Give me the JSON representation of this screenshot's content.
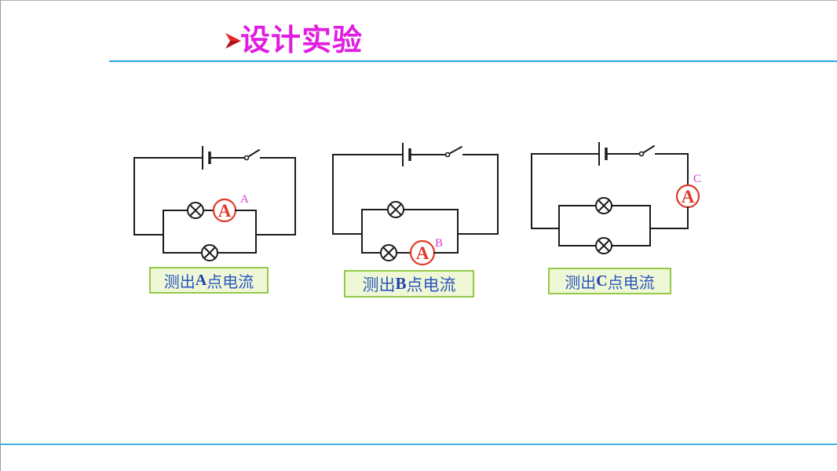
{
  "slide": {
    "bullet_icon": "arrowhead-bullet-icon",
    "title": "设计实验"
  },
  "ammeter_symbol": "A",
  "circuits": [
    {
      "point": "A",
      "caption": {
        "prefix": "测出",
        "point": "A",
        "suffix": "点电流"
      }
    },
    {
      "point": "B",
      "caption": {
        "prefix": "测出",
        "point": "B",
        "suffix": "点电流"
      }
    },
    {
      "point": "C",
      "caption": {
        "prefix": "测出",
        "point": "C",
        "suffix": "点电流"
      }
    }
  ],
  "colors": {
    "title": "#e01ee0",
    "bullet": "#e8262e",
    "rule_line": "#2aa8e0",
    "wire": "#1c1c1c",
    "ammeter": "#e03a2a",
    "point_label": "#d23bd2",
    "caption_text": "#2a55c0",
    "caption_fill": "#eff8d6",
    "caption_border": "#96c84a"
  }
}
